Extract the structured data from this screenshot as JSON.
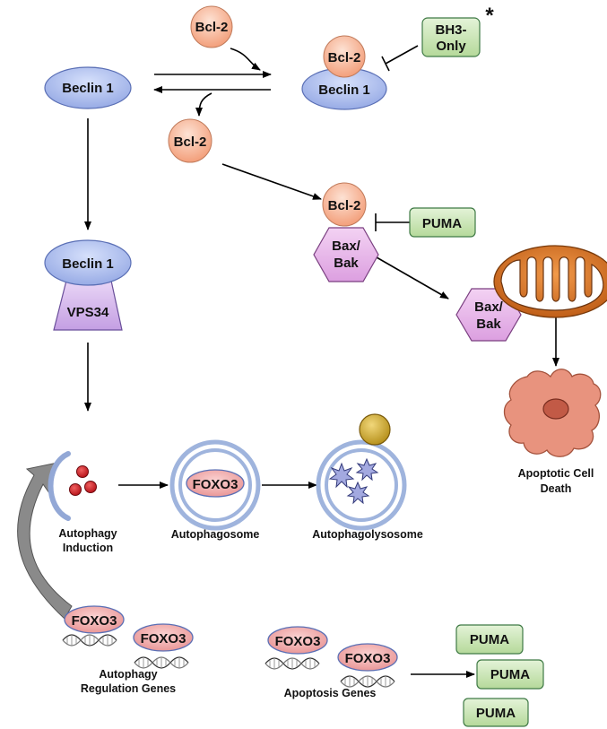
{
  "nodes": {
    "beclin1_left": "Beclin 1",
    "bcl2_top": "Bcl-2",
    "bcl2_complex": "Bcl-2",
    "beclin1_complex": "Beclin 1",
    "bh3_only_line1": "BH3-",
    "bh3_only_line2": "Only",
    "bh3_asterisk": "*",
    "bcl2_free": "Bcl-2",
    "bcl2_bax": "Bcl-2",
    "bax_bak_line1": "Bax/",
    "bax_bak_line2": "Bak",
    "puma_inhibit": "PUMA",
    "beclin1_vps": "Beclin 1",
    "vps34": "VPS34",
    "bax_bak2_line1": "Bax/",
    "bax_bak2_line2": "Bak",
    "apoptotic_line1": "Apoptotic Cell",
    "apoptotic_line2": "Death",
    "autophagy_ind_line1": "Autophagy",
    "autophagy_ind_line2": "Induction",
    "foxo3_autophagosome": "FOXO3",
    "autophagosome": "Autophagosome",
    "autophagolysosome": "Autophagolysosome",
    "foxo3_gene_a": "FOXO3",
    "foxo3_gene_b": "FOXO3",
    "autophagy_genes_line1": "Autophagy",
    "autophagy_genes_line2": "Regulation Genes",
    "foxo3_gene_c": "FOXO3",
    "foxo3_gene_d": "FOXO3",
    "apoptosis_genes": "Apoptosis Genes",
    "puma_1": "PUMA",
    "puma_2": "PUMA",
    "puma_3": "PUMA"
  },
  "colors": {
    "beclin": "#9fb1e8",
    "bcl2": "#f6a986",
    "green_box": "#c3e0ad",
    "bax": "#e7b6ea",
    "vps34": "#d6b8ea",
    "foxo3": "#ee9c9c",
    "membrane": "#9fb4dd",
    "cell": "#e59785",
    "mito": "#d96f18"
  }
}
